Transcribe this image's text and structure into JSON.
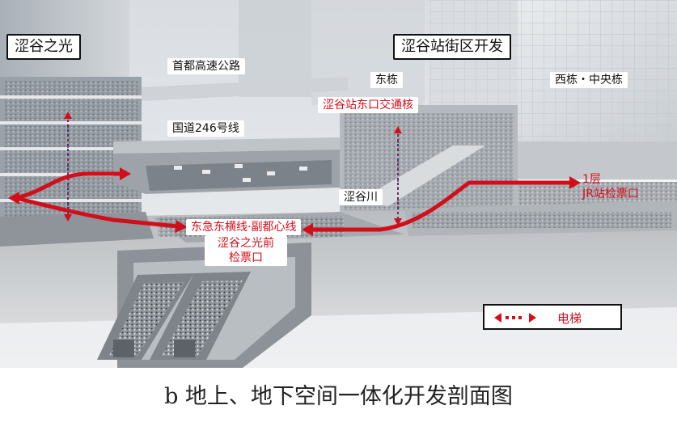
{
  "labels": {
    "shibuya_hikarie": "涩谷之光",
    "district_dev": "涩谷站街区开发",
    "expressway": "首都高速公路",
    "east_building": "东栋",
    "west_central": "西栋・中央栋",
    "east_exit_core": "涩谷站东口交通核",
    "route246": "国道246号线",
    "shibuya_river": "涩谷川",
    "tokyu_lines": "东急东横线·副都心线",
    "hikarie_gate_line1": "涩谷之光前",
    "hikarie_gate_line2": "检票口",
    "jr_gate_line1": "1层",
    "jr_gate_line2": "JR站检票口"
  },
  "legend": {
    "label": "电梯"
  },
  "caption": "b 地上、地下空间一体化开发剖面图",
  "colors": {
    "accent_red": "#d10f1a"
  }
}
